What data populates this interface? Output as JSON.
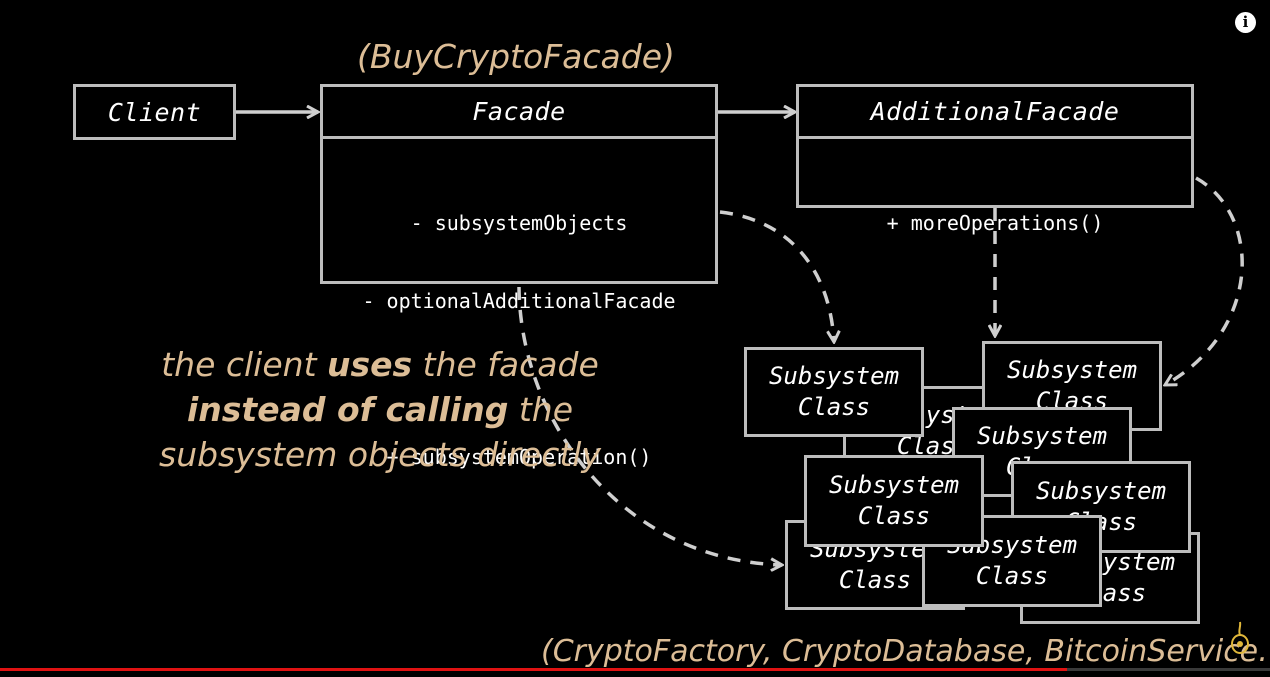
{
  "stereotypes": {
    "top": "(BuyCryptoFacade)",
    "bottom": "(CryptoFactory, CryptoDatabase, BitcoinService…)"
  },
  "client": {
    "title": "Client"
  },
  "facade": {
    "title": "Facade",
    "members": [
      "- subsystemObjects",
      "- optionalAdditionalFacade",
      "",
      "+ subsystemOperation()"
    ]
  },
  "additional_facade": {
    "title": "AdditionalFacade",
    "members": [
      "+ moreOperations()"
    ]
  },
  "subsystem": {
    "line1": "Subsystem",
    "line2": "Class"
  },
  "note": {
    "line1_pre": "the client ",
    "line1_bold": "uses",
    "line1_post": " the facade",
    "line2_bold": "instead of calling",
    "line2_post": " the",
    "line3": "subsystem objects directly"
  },
  "player": {
    "progress": 0.84
  },
  "colors": {
    "background": "#000000",
    "box_border": "#bdbdbd",
    "arrow": "#cfcfcf",
    "accent_text": "#dcbd96",
    "progress": "#e01212"
  },
  "icons": [
    "info-icon",
    "channel-logo-icon"
  ]
}
